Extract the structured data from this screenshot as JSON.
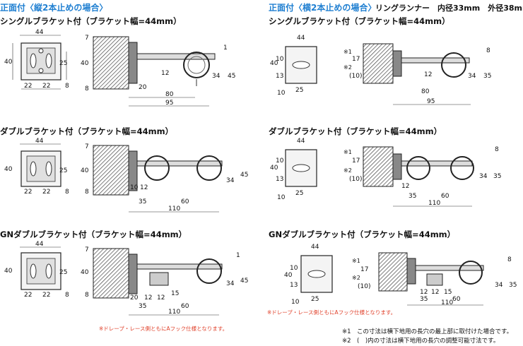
{
  "headers": {
    "left": "正面付〈縦2本止めの場合〉",
    "right": "正面付〈横2本止めの場合〉",
    "runner": "リングランナー　内径33mm　外径38mm"
  },
  "sections": {
    "single": "シングルブラケット付（ブラケット幅=44mm）",
    "double": "ダブルブラケット付（ブラケット幅=44mm）",
    "gn": "GNダブルブラケット付（ブラケット幅=44mm）"
  },
  "dims": {
    "w44": "44",
    "h40": "40",
    "h25": "25",
    "d22": "22",
    "d8": "8",
    "d7": "7",
    "d10": "10",
    "d13": "13",
    "n1": "1",
    "n12": "12",
    "n15": "15",
    "n20": "20",
    "n34": "34",
    "n35": "35",
    "n45": "45",
    "n60": "60",
    "n80": "80",
    "n95": "95",
    "n110": "110",
    "n17": "17",
    "s1": "※1",
    "s2": "※2",
    "p10": "(10)"
  },
  "notes": {
    "red": "※ドレープ・レース側ともにAフック仕様となります。",
    "foot1": "※1　この寸法は横下地用の長穴の最上部に取付けた場合です。",
    "foot2": "※2　(　)内の寸法は横下地用の長穴の調整可能寸法です。"
  },
  "colors": {
    "heading": "#1f7fd1",
    "note": "#e0402a"
  }
}
